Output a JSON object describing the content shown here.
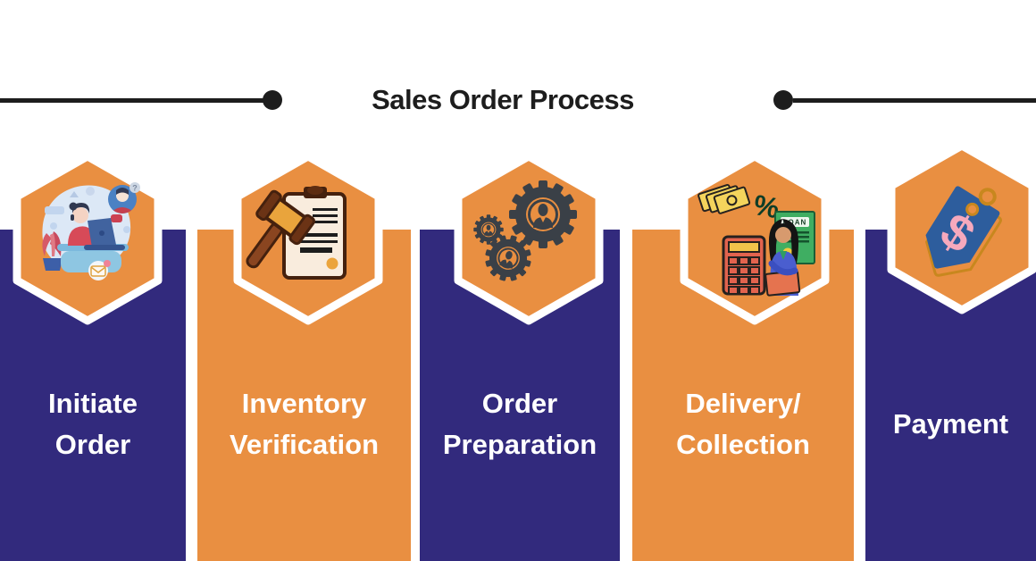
{
  "title": "Sales Order Process",
  "colors": {
    "indigo": "#322a7d",
    "orange": "#e98f41",
    "ink": "#1d1d1d"
  },
  "decorations": {
    "left_rule": "horizontal-line-with-dot",
    "right_rule": "horizontal-line-with-dot",
    "hexagon_border_color": "#ffffff",
    "label_text_color": "#ffffff"
  },
  "steps": [
    {
      "label_lines": [
        "Initiate",
        "Order"
      ],
      "column_color": "indigo",
      "icon": "customer-support-agent-at-laptop-illustration"
    },
    {
      "label_lines": [
        "Inventory",
        "Verification"
      ],
      "column_color": "orange",
      "icon": "clipboard-with-gavel-illustration"
    },
    {
      "label_lines": [
        "Order",
        "Preparation"
      ],
      "column_color": "indigo",
      "icon": "gears-with-people-illustration"
    },
    {
      "label_lines": [
        "Delivery/",
        "Collection"
      ],
      "column_color": "orange",
      "icon": "finance-woman-calculator-loan-illustration"
    },
    {
      "label_lines": [
        "Payment"
      ],
      "column_color": "indigo",
      "icon": "dollar-price-tag-illustration"
    }
  ]
}
